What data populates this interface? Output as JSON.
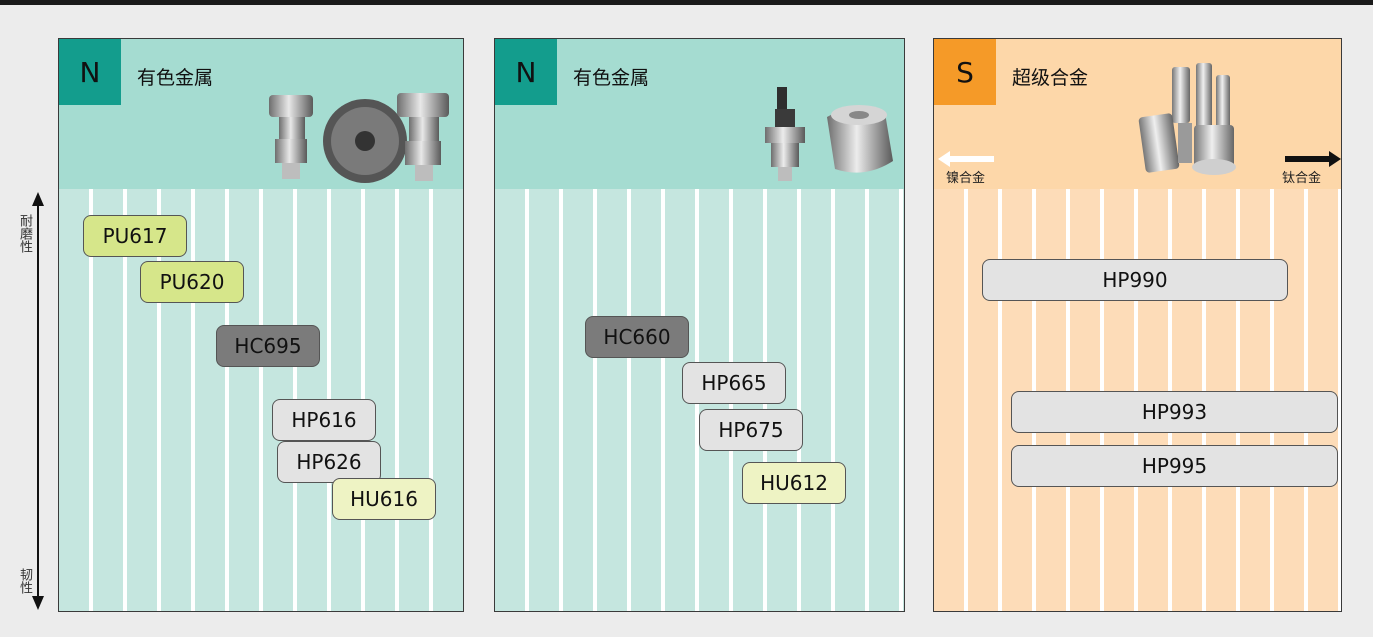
{
  "axis": {
    "top_label": "耐磨性",
    "bottom_label": "韧性"
  },
  "panels": [
    {
      "badge": "N",
      "title": "有色金属",
      "grades": [
        {
          "label": "PU617",
          "style": "green"
        },
        {
          "label": "PU620",
          "style": "green"
        },
        {
          "label": "HC695",
          "style": "dark"
        },
        {
          "label": "HP616",
          "style": "light"
        },
        {
          "label": "HP626",
          "style": "light"
        },
        {
          "label": "HU616",
          "style": "pale"
        }
      ]
    },
    {
      "badge": "N",
      "title": "有色金属",
      "grades": [
        {
          "label": "HC660",
          "style": "dark"
        },
        {
          "label": "HP665",
          "style": "light"
        },
        {
          "label": "HP675",
          "style": "light"
        },
        {
          "label": "HU612",
          "style": "pale"
        }
      ]
    },
    {
      "badge": "S",
      "title": "超级合金",
      "left_dir": "镍合金",
      "right_dir": "钛合金",
      "grades": [
        {
          "label": "HP990",
          "style": "light"
        },
        {
          "label": "HP993",
          "style": "light"
        },
        {
          "label": "HP995",
          "style": "light"
        }
      ]
    }
  ],
  "colors": {
    "n_badge": "#139d8d",
    "s_badge": "#f59a28",
    "green_grade": "#d6e68a",
    "dark_grade": "#7b7b7b",
    "light_grade": "#e3e3e3",
    "pale_grade": "#eef3c4"
  },
  "icons": [
    "tool-image-n1",
    "tool-image-n2",
    "tool-image-s",
    "arrow-left-icon",
    "arrow-right-icon",
    "arrow-up-icon",
    "arrow-down-icon"
  ]
}
